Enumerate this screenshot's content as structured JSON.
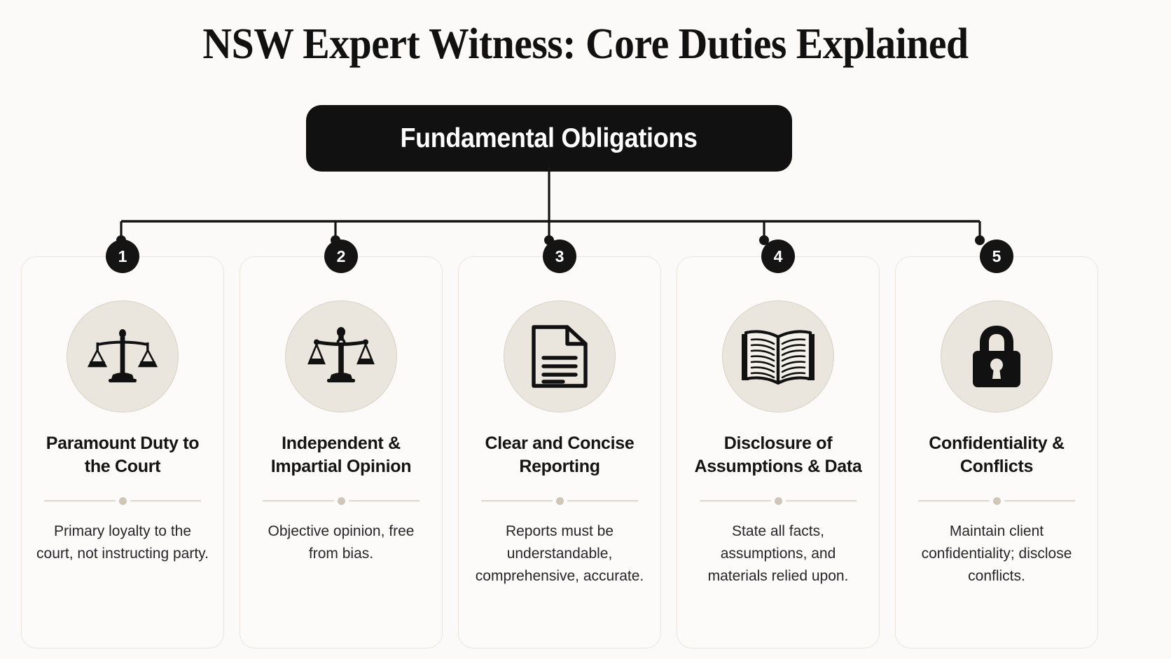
{
  "title": "NSW Expert Witness: Core Duties Explained",
  "header": {
    "label": "Fundamental Obligations"
  },
  "theme": {
    "background": "#fbfaf8",
    "ink": "#111111",
    "card_bg": "#fcfbf9",
    "card_border": "#eae4dc",
    "icon_circle_bg": "#eae5dd",
    "icon_circle_border": "#d9d1c6",
    "divider": "#ded6ca",
    "divider_dot": "#cfc6b8",
    "badge_bg": "#141414",
    "badge_text": "#ffffff"
  },
  "cards": [
    {
      "number": "1",
      "icon": "scales-of-justice-icon",
      "title": "Paramount Duty to the Court",
      "desc": "Primary loyalty to the court, not instructing party."
    },
    {
      "number": "2",
      "icon": "balance-scales-icon",
      "title": "Independent & Impartial Opinion",
      "desc": "Objective opinion, free from bias."
    },
    {
      "number": "3",
      "icon": "document-icon",
      "title": "Clear and Concise Reporting",
      "desc": "Reports must be understandable, comprehensive, accurate."
    },
    {
      "number": "4",
      "icon": "open-book-icon",
      "title": "Disclosure of Assumptions & Data",
      "desc": "State all facts, assumptions, and materials relied upon."
    },
    {
      "number": "5",
      "icon": "padlock-icon",
      "title": "Confidentiality & Conflicts",
      "desc": "Maintain client confidentiality; disclose conflicts."
    }
  ]
}
